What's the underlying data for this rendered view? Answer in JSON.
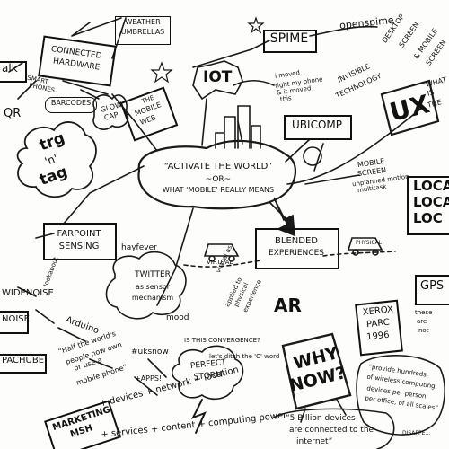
{
  "colors": {
    "ink": "#1a1a1a",
    "paper": "#fdfdfb"
  },
  "center": {
    "line1": "“ACTIVATE THE WORLD”",
    "line2": "~OR~",
    "line3": "WHAT ‘MOBILE’ REALLY MEANS"
  },
  "top": {
    "weather_umbrellas": [
      "WEATHER",
      "UMBRELLAS"
    ],
    "connected_hardware": [
      "CONNECTED",
      "HARDWARE"
    ],
    "spime": "SPIME",
    "openspime": "openspime",
    "iot": "IOT",
    "i_moved": [
      "i moved",
      "right my phone",
      "& it moved",
      "this"
    ],
    "invisible_technology": [
      "INVISIBLE",
      "TECHNOLOGY"
    ],
    "desktop_screen": [
      "DESKTOP",
      "SCREEN",
      "& MOBILE",
      "SCREEN"
    ],
    "smart_phones": [
      "SMART",
      "PHONES"
    ],
    "barcodes": "BARCODES",
    "qr": "QR",
    "walk": "alk",
    "glow_cap": [
      "GLOW",
      "CAP"
    ],
    "mobile_web": [
      "THE",
      "MOBILE",
      "WEB"
    ]
  },
  "right": {
    "ubicomp": "UBICOMP",
    "ux": "UX",
    "what_is": [
      "WHAT",
      "IS",
      "THE"
    ],
    "mobile_screen": [
      "MOBILE",
      "SCREEN",
      "unplanned motion",
      "multitask"
    ],
    "local": [
      "LOCA",
      "LOCA",
      "LOC"
    ],
    "blended": [
      "BLENDED",
      "EXPERIENCES"
    ],
    "physical": "PHYSICAL",
    "virtual": "VIRTUAL",
    "virtual_applied": [
      "virtual as",
      "applied to",
      "physical",
      "experience"
    ],
    "gps": "GPS",
    "these_are": [
      "these",
      "are",
      "not"
    ],
    "xerox": [
      "XEROX",
      "PARC",
      "1996"
    ],
    "ar": "AR",
    "provide": [
      "“provide hundreds",
      "of wireless computing",
      "devices per person",
      "per office, of all scales”"
    ],
    "disappear": "DISAPPE...",
    "five_billion": [
      "“5 Billion devices",
      "are connected to the",
      "internet”"
    ]
  },
  "left": {
    "trg_n_tag": [
      "trg",
      "'n'",
      "tag"
    ],
    "farpoint": [
      "FARPOINT",
      "SENSING"
    ],
    "hayfever": "hayfever",
    "twitter": [
      "TWITTER",
      "as sensor",
      "mechanism"
    ],
    "mood": "mood",
    "arduino": "Arduino",
    "pachube": "PACHUBE",
    "noise": "NOISE",
    "widenoise": "WIDENOISE",
    "lookabout": "lookabout",
    "half_world": [
      "“Half the world's",
      "people now own",
      "or use a",
      "mobile phone”"
    ],
    "uksnow": "#uksnow",
    "apps": "+APPS!",
    "marketing": [
      "MARKETING",
      "MSH"
    ]
  },
  "bottom": {
    "is_this_convergence": "IS THIS CONVERGENCE?",
    "ditch_c_word": "let's ditch the 'C' word",
    "perfect_storm": [
      "PERFECT",
      "STORM"
    ],
    "why_now": [
      "WHY",
      "NOW?"
    ],
    "devices_network": "+ devices + network + location",
    "services_content": "+ services + content + computing power"
  }
}
